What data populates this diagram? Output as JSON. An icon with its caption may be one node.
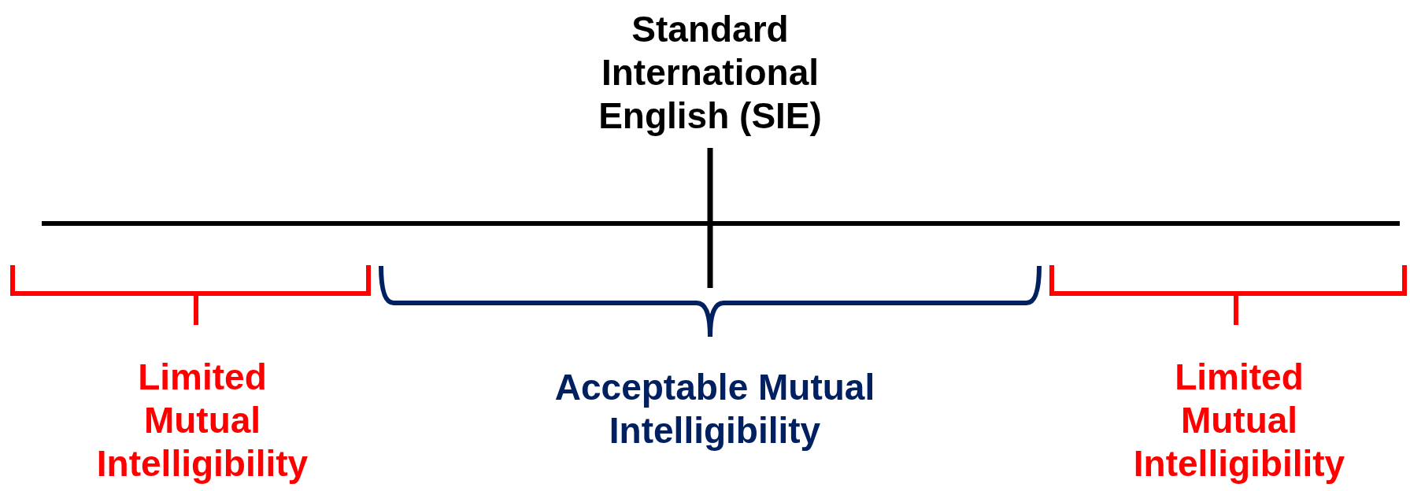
{
  "diagram": {
    "labels": [
      "Standard International English (SIE)",
      "Limited Mutual Intelligibility",
      "Acceptable Mutual Intelligibility",
      "Limited Mutual Intelligibility"
    ]
  }
}
